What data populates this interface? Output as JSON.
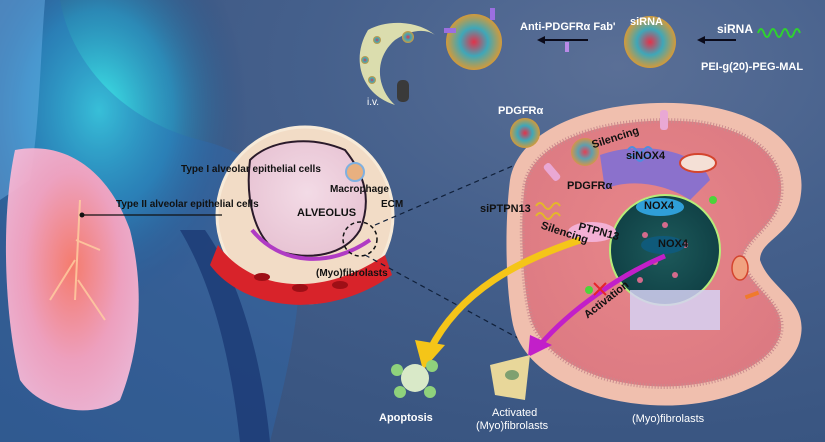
{
  "synthesis": {
    "polymer_label": "PEI-g(20)-PEG-MAL",
    "sirna_label": "siRNA",
    "fab_label": "Anti-PDGFRα Fab'",
    "injection_label": "i.v."
  },
  "alveolus": {
    "title": "ALVEOLUS",
    "type1_label": "Type I alveolar epithelial cells",
    "type2_label": "Type II alveolar epithelial cells",
    "macrophage_label": "Macrophage",
    "ecm_label": "ECM",
    "fibroblast_label": "(Myo)fibrolasts"
  },
  "cell": {
    "receptor_outside_label": "PDGFRα",
    "receptor_membrane_label": "PDGFRα",
    "silencing_top_label": "Silencing",
    "sinox4_label": "siNOX4",
    "siptpn13_label": "siPTPN13",
    "silencing_left_label": "Silencing",
    "ptpn13_label": "PTPN13",
    "nox4_top_label": "NOX4",
    "nox4_bottom_label": "NOX4",
    "activation_label": "Activation",
    "cell_label": "(Myo)fibrolasts"
  },
  "outcomes": {
    "apoptosis_label": "Apoptosis",
    "activated_line1": "Activated",
    "activated_line2": "(Myo)fibrolasts"
  },
  "colors": {
    "background": "#3f5a86",
    "apoptosis_arrow": "#f5c518",
    "activation_arrow": "#c21fc9",
    "cell_cytoplasm": "#e07f86",
    "blood_vessel": "#d8232a"
  }
}
